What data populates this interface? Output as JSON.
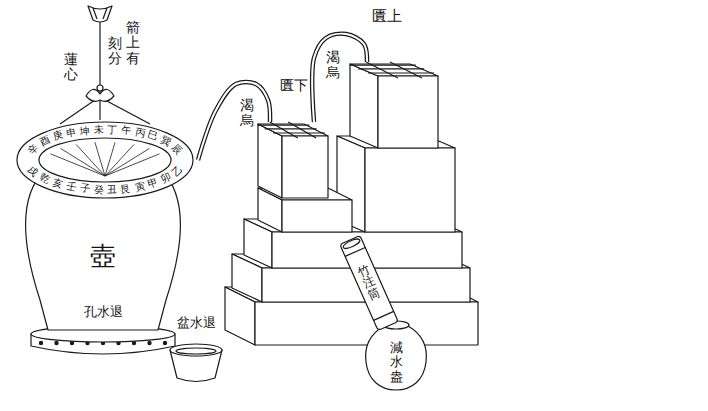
{
  "diagram": {
    "nodes": [
      {
        "text": [
          "壺",
          "孔水退"
        ]
      },
      {
        "text": [
          "匱下"
        ]
      },
      {
        "text": [
          "匱上"
        ]
      },
      {
        "text": [
          "盆水退"
        ]
      },
      {
        "text": [
          "減水盎"
        ]
      },
      {
        "text": [
          "竹注筒"
        ]
      }
    ],
    "edges": [
      {
        "from": 2,
        "to": 1,
        "arrow": "none",
        "label": "渴烏"
      },
      {
        "from": 1,
        "to": 0,
        "arrow": "none",
        "label": "渴烏"
      }
    ],
    "labels": [
      "箭上有",
      "刻分",
      "蓮心",
      "辛酉庚申坤未丁午丙巳巽辰",
      "戌乾亥壬子癸丑艮寅甲卯乙"
    ]
  }
}
